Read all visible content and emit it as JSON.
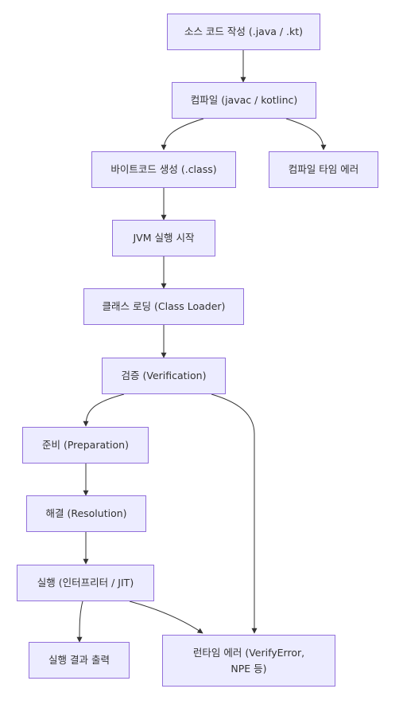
{
  "nodes": {
    "source_code": {
      "label": "소스 코드 작성 (.java / .kt)"
    },
    "compile": {
      "label": "컴파일 (javac / kotlinc)"
    },
    "bytecode": {
      "label": "바이트코드 생성 (.class)"
    },
    "compile_error": {
      "label": "컴파일 타임 에러"
    },
    "jvm_start": {
      "label": "JVM 실행 시작"
    },
    "class_loading": {
      "label": "클래스 로딩 (Class Loader)"
    },
    "verification": {
      "label": "검증 (Verification)"
    },
    "preparation": {
      "label": "준비 (Preparation)"
    },
    "resolution": {
      "label": "해결 (Resolution)"
    },
    "execution": {
      "label": "실행 (인터프리터 / JIT)"
    },
    "output": {
      "label": "실행 결과 출력"
    },
    "runtime_error": {
      "label": "런타임 에러 (VerifyError,\nNPE 등)"
    }
  },
  "colors": {
    "node_fill": "#ececff",
    "node_border": "#9370db",
    "edge": "#333333",
    "text": "#333333"
  }
}
